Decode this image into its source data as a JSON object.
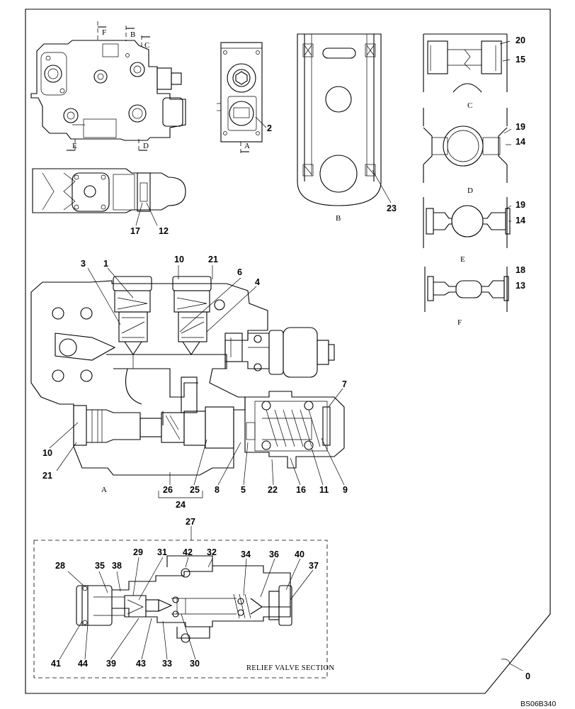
{
  "drawing_code": "BS06B340",
  "relief_caption": "RELIEF VALVE SECTION",
  "view_labels": {
    "A_top": "A",
    "B_top": "B",
    "C_top": "C",
    "D_top": "D",
    "E_top": "E",
    "F_top": "F",
    "A": "A",
    "B": "B",
    "C": "C",
    "D": "D",
    "E": "E",
    "F": "F"
  },
  "callouts": {
    "n0": "0",
    "n1": "1",
    "n2": "2",
    "n3": "3",
    "n4": "4",
    "n5": "5",
    "n6": "6",
    "n7": "7",
    "n8": "8",
    "n9": "9",
    "n10a": "10",
    "n10b": "10",
    "n11": "11",
    "n12": "12",
    "n13": "13",
    "n14a": "14",
    "n14b": "14",
    "n15": "15",
    "n16": "16",
    "n17": "17",
    "n18": "18",
    "n19a": "19",
    "n19b": "19",
    "n20": "20",
    "n21a": "21",
    "n21b": "21",
    "n22": "22",
    "n23": "23",
    "n24": "24",
    "n25": "25",
    "n26": "26",
    "n27": "27",
    "n28": "28",
    "n29": "29",
    "n30": "30",
    "n31": "31",
    "n32": "32",
    "n33": "33",
    "n34": "34",
    "n35": "35",
    "n36": "36",
    "n37": "37",
    "n38": "38",
    "n39": "39",
    "n40": "40",
    "n41": "41",
    "n42": "42",
    "n43": "43",
    "n44": "44"
  }
}
